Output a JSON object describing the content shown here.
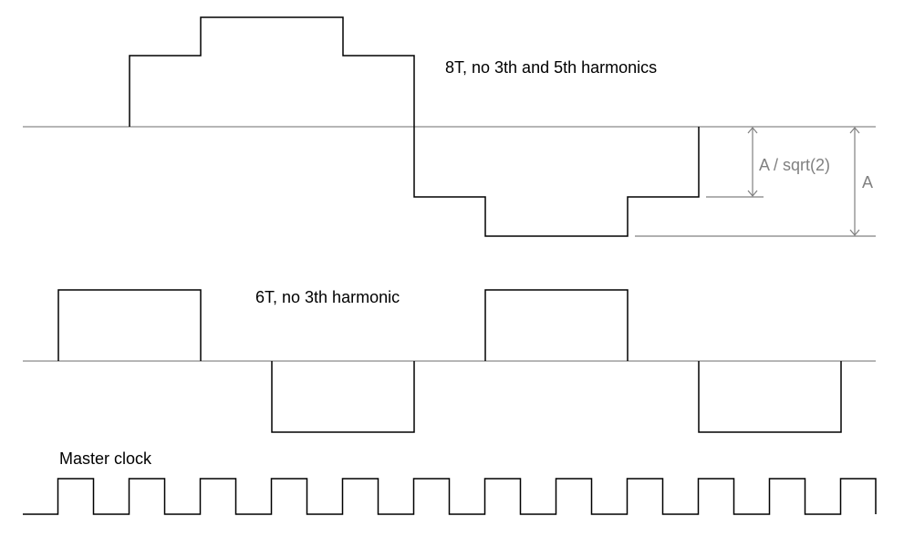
{
  "labels": {
    "eight_t": "8T, no 3th and 5th harmonics",
    "six_t": "6T, no 3th harmonic",
    "master_clock": "Master clock",
    "a_over_sqrt2": "A / sqrt(2)",
    "a": "A"
  },
  "colors": {
    "waveform": "#000000",
    "baseline": "#8a8a8a",
    "dimension": "#808080"
  }
}
